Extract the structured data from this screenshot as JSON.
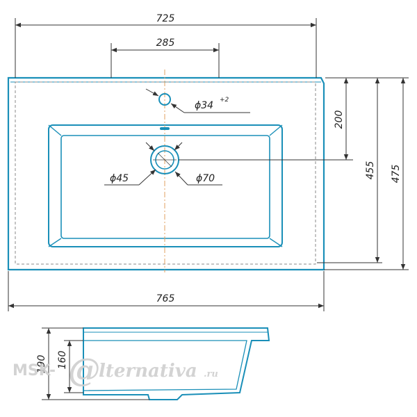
{
  "colors": {
    "outline": "#1a8fb8",
    "dimension": "#333333",
    "centerline": "#e0a060",
    "dashed": "#888888",
    "watermark": "#cfcfcf"
  },
  "dimensions": {
    "overall_inner_width": "725",
    "tap_spacing": "285",
    "tap_hole": "ϕ34",
    "tap_hole_tolerance": "+2",
    "depth_to_drain": "200",
    "inner_depth": "455",
    "overall_depth": "475",
    "overall_width": "765",
    "drain_small": "ϕ45",
    "drain_large": "ϕ70",
    "profile_height": "190",
    "profile_inner_height": "160"
  },
  "watermark": {
    "brand_prefix": "MSK-",
    "brand_at": "@",
    "brand_rest": "lternativa",
    "brand_suffix": ".ru"
  }
}
